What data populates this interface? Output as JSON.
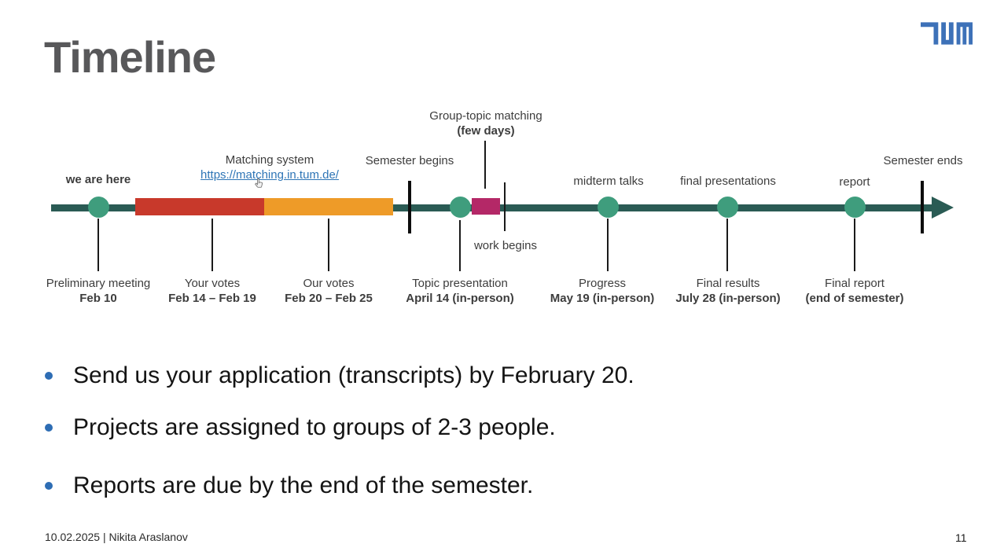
{
  "slide": {
    "title": "Timeline",
    "footer": "10.02.2025 | Nikita Araslanov",
    "page_number": "11"
  },
  "logo": {
    "name": "TUM",
    "color": "#3d71b8"
  },
  "icons": {
    "cursor": "hand-pointer-icon"
  },
  "timeline": {
    "colors": {
      "line": "#2a5b54",
      "node": "#3f9d7d",
      "bar_red": "#c8392b",
      "bar_orange": "#ee9b28",
      "bar_pink": "#b42867",
      "tick": "#0d0d0d",
      "link": "#2e75b6"
    },
    "above": {
      "we_are_here": "we are here",
      "matching_system": "Matching system",
      "matching_link": "https://matching.in.tum.de/",
      "semester_begins": "Semester begins",
      "group_topic": "Group-topic matching",
      "group_topic_sub": "(few days)",
      "work_begins": "work begins",
      "midterm_talks": "midterm talks",
      "final_presentations": "final presentations",
      "report": "report",
      "semester_ends": "Semester ends"
    },
    "below": [
      {
        "line1": "Preliminary meeting",
        "line2": "Feb 10"
      },
      {
        "line1": "Your votes",
        "line2": "Feb 14 – Feb 19"
      },
      {
        "line1": "Our votes",
        "line2": "Feb 20 – Feb 25"
      },
      {
        "line1": "Topic presentation",
        "line2": "April 14 (in-person)"
      },
      {
        "line1": "Progress",
        "line2": "May 19 (in-person)"
      },
      {
        "line1": "Final results",
        "line2": "July 28 (in-person)"
      },
      {
        "line1": "Final report",
        "line2": "(end of semester)"
      }
    ]
  },
  "bullets": {
    "dot_color": "#2e6db4",
    "items": [
      {
        "text": "Send us your application (transcripts) by February 20."
      },
      {
        "text": "Projects are assigned to groups of 2-3 people."
      },
      {
        "text": "Reports are due by the end of the semester."
      }
    ]
  }
}
